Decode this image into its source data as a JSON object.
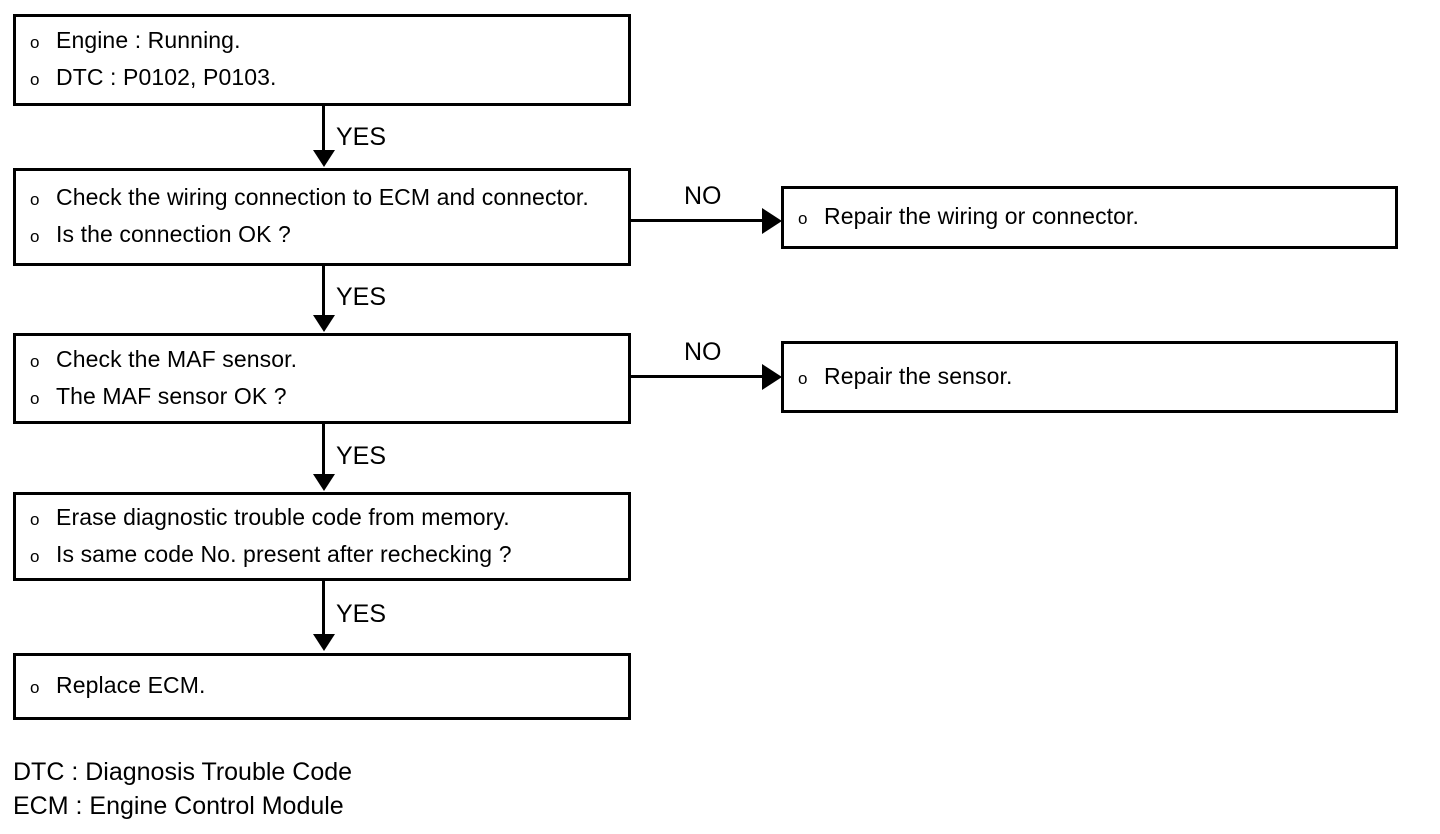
{
  "diagram": {
    "title": "DTC P0102 / P0103 MAF sensor diagnostic flowchart",
    "bullet_glyph": "o",
    "line_color": "#000000",
    "background_color": "#ffffff",
    "nodes": [
      {
        "id": "condition",
        "lines": [
          "Engine : Running.",
          "DTC : P0102, P0103."
        ]
      },
      {
        "id": "check-wiring",
        "lines": [
          "Check the wiring connection to ECM and connector.",
          "Is the connection OK ?"
        ]
      },
      {
        "id": "repair-wiring",
        "lines": [
          "Repair the wiring or connector."
        ]
      },
      {
        "id": "check-maf",
        "lines": [
          "Check the MAF sensor.",
          "The MAF sensor OK ?"
        ]
      },
      {
        "id": "repair-sensor",
        "lines": [
          "Repair the sensor."
        ]
      },
      {
        "id": "erase-dtc",
        "lines": [
          "Erase diagnostic trouble code from memory.",
          "Is same code No. present after rechecking ?"
        ]
      },
      {
        "id": "replace-ecm",
        "lines": [
          "Replace ECM."
        ]
      }
    ],
    "edges": [
      {
        "id": "yes-1",
        "label": "YES",
        "from": "condition",
        "to": "check-wiring",
        "direction": "down"
      },
      {
        "id": "no-1",
        "label": "NO",
        "from": "check-wiring",
        "to": "repair-wiring",
        "direction": "right"
      },
      {
        "id": "yes-2",
        "label": "YES",
        "from": "check-wiring",
        "to": "check-maf",
        "direction": "down"
      },
      {
        "id": "no-2",
        "label": "NO",
        "from": "check-maf",
        "to": "repair-sensor",
        "direction": "right"
      },
      {
        "id": "yes-3",
        "label": "YES",
        "from": "check-maf",
        "to": "erase-dtc",
        "direction": "down"
      },
      {
        "id": "yes-4",
        "label": "YES",
        "from": "erase-dtc",
        "to": "replace-ecm",
        "direction": "down"
      }
    ],
    "legend": [
      "DTC : Diagnosis Trouble Code",
      "ECM : Engine Control Module"
    ]
  }
}
